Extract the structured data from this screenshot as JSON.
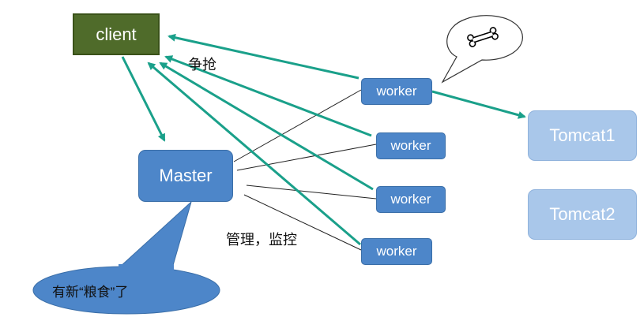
{
  "nodes": {
    "client": "client",
    "master": "Master",
    "workers": [
      "worker",
      "worker",
      "worker",
      "worker"
    ],
    "tomcats": [
      "Tomcat1",
      "Tomcat2"
    ]
  },
  "labels": {
    "grab": "争抢",
    "manage": "管理，监控",
    "food": "有新“粮食”了"
  },
  "icons": {
    "bubble_icon": "bone-icon"
  },
  "colors": {
    "arrow": "#1aa08a",
    "client_fill": "#4f6b2a",
    "node_fill": "#4d86c9",
    "tomcat_fill": "#a9c7ea",
    "callout_fill": "#4d86c9"
  }
}
